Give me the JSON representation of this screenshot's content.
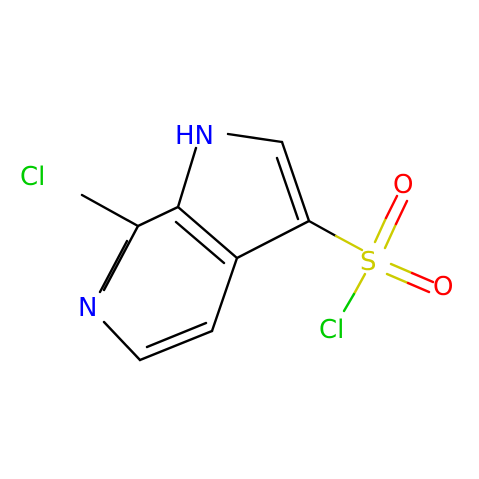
{
  "atoms": {
    "cl_ring": "Cl",
    "n_ring": "N",
    "nh": "HN",
    "s": "S",
    "o_top": "O",
    "o_right": "O",
    "cl_sulfonyl": "Cl"
  },
  "colors": {
    "bond": "#000000",
    "chlorine": "#00cc00",
    "nitrogen": "#0000ff",
    "sulfur": "#cccc00",
    "oxygen": "#ff0000"
  }
}
